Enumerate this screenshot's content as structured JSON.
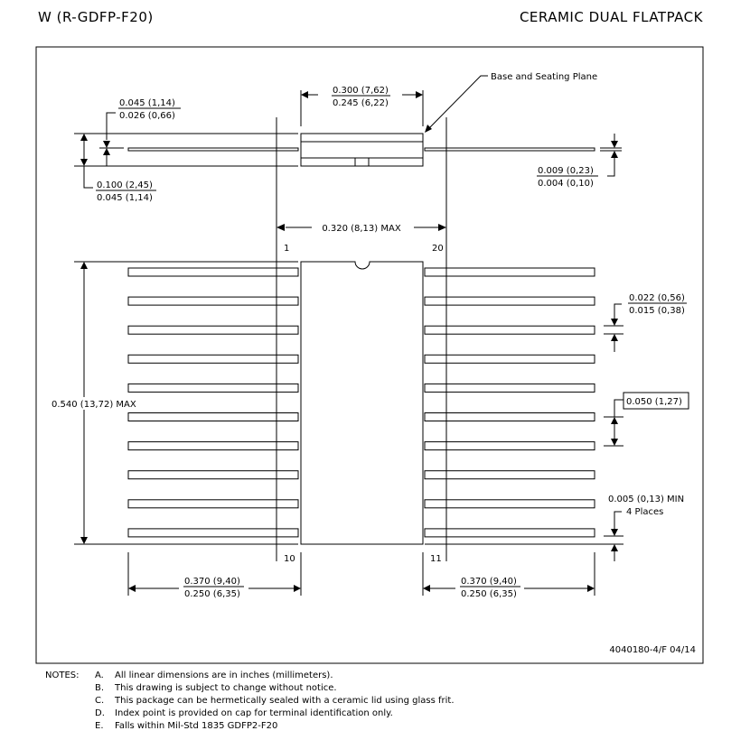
{
  "header": {
    "left_title": "W (R-GDFP-F20)",
    "right_title": "CERAMIC DUAL FLATPACK"
  },
  "drawing": {
    "base_label": "Base and Seating Plane",
    "dim_body_width": {
      "max": "0.300 (7,62)",
      "min": "0.245 (6,22)"
    },
    "dim_lead_thick_offset": {
      "max": "0.045 (1,14)",
      "min": "0.026 (0,66)"
    },
    "dim_height": {
      "max": "0.100 (2,45)",
      "min": "0.045 (1,14)"
    },
    "dim_lead_thickness": {
      "max": "0.009 (0,23)",
      "min": "0.004 (0,10)"
    },
    "dim_overall_width": "0.320 (8,13) MAX",
    "dim_lead_width": {
      "max": "0.022 (0,56)",
      "min": "0.015 (0,38)"
    },
    "dim_pitch": "0.050 (1,27)",
    "dim_length": "0.540 (13,72) MAX",
    "dim_end_gap": {
      "line1": "0.005 (0,13) MIN",
      "line2": "4 Places"
    },
    "dim_lead_length_left": {
      "max": "0.370 (9,40)",
      "min": "0.250 (6,35)"
    },
    "dim_lead_length_right": {
      "max": "0.370 (9,40)",
      "min": "0.250 (6,35)"
    },
    "pin_labels": {
      "p1": "1",
      "p20": "20",
      "p10": "10",
      "p11": "11"
    },
    "drawing_number": "4040180-4/F  04/14"
  },
  "notes": {
    "label": "NOTES:",
    "items": [
      {
        "letter": "A.",
        "text": "All linear dimensions are in inches (millimeters)."
      },
      {
        "letter": "B.",
        "text": "This drawing is subject to change without notice."
      },
      {
        "letter": "C.",
        "text": "This package can be hermetically sealed with a ceramic lid using glass frit."
      },
      {
        "letter": "D.",
        "text": "Index point is provided on cap for terminal identification only."
      },
      {
        "letter": "E.",
        "text": "Falls within Mil-Std 1835 GDFP2-F20"
      }
    ]
  }
}
